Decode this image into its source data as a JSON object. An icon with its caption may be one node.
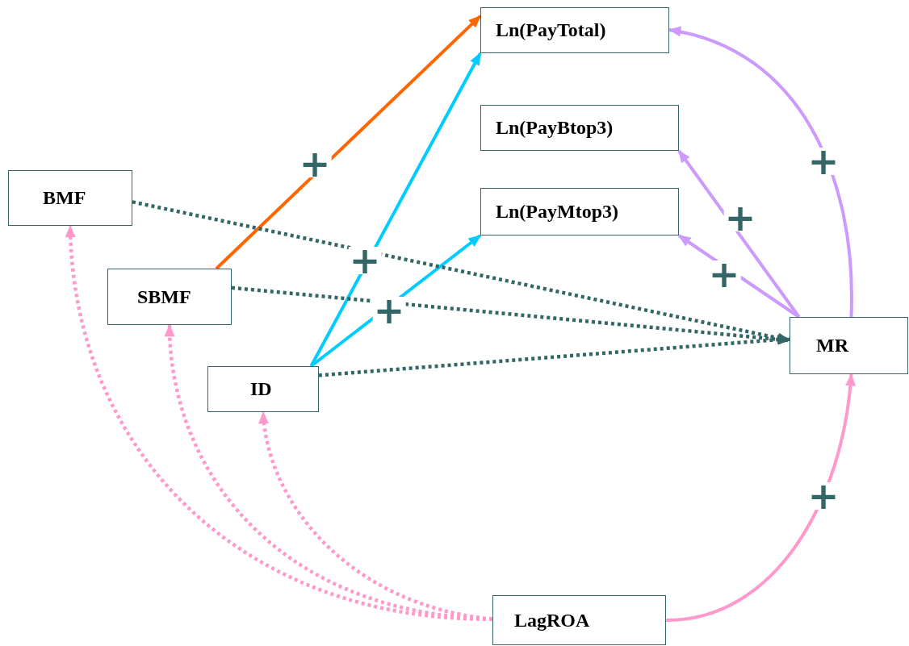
{
  "diagram": {
    "nodes": [
      {
        "text": [
          "Ln(PayTotal)"
        ]
      },
      {
        "text": [
          "Ln(PayBtop3)"
        ]
      },
      {
        "text": [
          "Ln(PayMtop3)"
        ]
      },
      {
        "text": [
          "BMF"
        ]
      },
      {
        "text": [
          "SBMF"
        ]
      },
      {
        "text": [
          "ID"
        ]
      },
      {
        "text": [
          "MR"
        ]
      },
      {
        "text": [
          "LagROA"
        ]
      }
    ],
    "edges": [
      {
        "from": 4,
        "to": 0,
        "arrow": "to",
        "label": "+",
        "color": "#ff6600"
      },
      {
        "from": 5,
        "to": 0,
        "arrow": "to",
        "label": "+",
        "color": "#00ccff"
      },
      {
        "from": 5,
        "to": 2,
        "arrow": "to",
        "label": "+",
        "color": "#00ccff"
      },
      {
        "from": 3,
        "to": 6,
        "arrow": "to",
        "style": "dashed",
        "color": "#336666"
      },
      {
        "from": 4,
        "to": 6,
        "arrow": "to",
        "style": "dashed",
        "color": "#336666"
      },
      {
        "from": 5,
        "to": 6,
        "arrow": "to",
        "style": "dashed",
        "color": "#336666"
      },
      {
        "from": 6,
        "to": 0,
        "arrow": "to",
        "label": "+",
        "color": "#cc99ff"
      },
      {
        "from": 6,
        "to": 1,
        "arrow": "to",
        "label": "+",
        "color": "#cc99ff"
      },
      {
        "from": 6,
        "to": 2,
        "arrow": "to",
        "label": "+",
        "color": "#cc99ff"
      },
      {
        "from": 7,
        "to": 6,
        "arrow": "to",
        "label": "+",
        "color": "#ff99cc"
      },
      {
        "from": 7,
        "to": 3,
        "arrow": "to",
        "style": "dashed",
        "color": "#ff99cc"
      },
      {
        "from": 7,
        "to": 4,
        "arrow": "to",
        "style": "dashed",
        "color": "#ff99cc"
      },
      {
        "from": 7,
        "to": 5,
        "arrow": "to",
        "style": "dashed",
        "color": "#ff99cc"
      }
    ]
  }
}
